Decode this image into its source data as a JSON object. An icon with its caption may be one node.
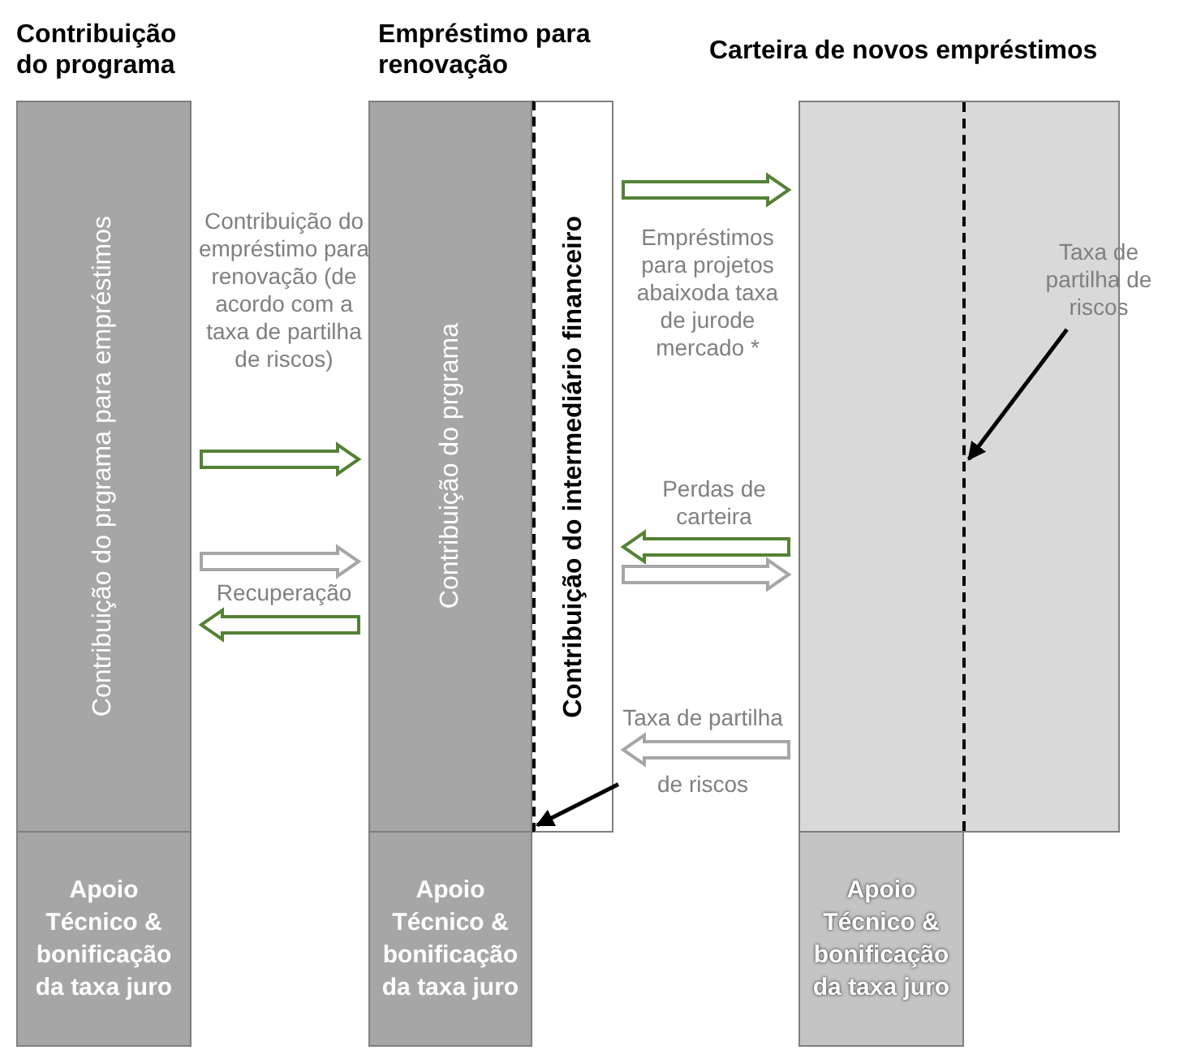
{
  "diagram": {
    "nodes": [
      {
        "text": [
          "Contribuição do prgrama para empréstimos"
        ],
        "beside": [
          "Contribuição do programa"
        ]
      },
      {
        "text": [
          "Apoio Técnico & bonificação da taxa juro"
        ]
      },
      {
        "text": [
          "Contribuição do prgrama"
        ],
        "beside": [
          "Empréstimo para renovação"
        ]
      },
      {
        "text": [
          "Contribuição do intermediário financeiro"
        ]
      },
      {
        "text": [
          "Apoio Técnico & bonificação da taxa juro"
        ]
      },
      {
        "text": [],
        "shape": "box",
        "beside": [
          "Carteira de novos empréstimos"
        ]
      },
      {
        "text": [
          "Apoio Técnico & bonificação da taxa juro"
        ]
      },
      {
        "text": [
          "Taxa de partilha de riscos"
        ]
      },
      {
        "text": [
          "Taxa de partilha",
          "de riscos"
        ]
      }
    ],
    "edges": [
      {
        "from": 0,
        "to": 2,
        "arrow": "to",
        "style": "thick",
        "label": "Contribuição do empréstimo para renovação (de acordo com a taxa de partilha de riscos)"
      },
      {
        "from": 0,
        "to": 2,
        "arrow": "to",
        "style": "thick",
        "color": "#a6a6a6"
      },
      {
        "from": 2,
        "to": 0,
        "arrow": "to",
        "style": "thick",
        "label": "Recuperação"
      },
      {
        "from": 3,
        "to": 5,
        "arrow": "to",
        "style": "thick",
        "label": "Empréstimos para projetos abaixoda taxa de jurode mercado *"
      },
      {
        "from": 5,
        "to": 3,
        "arrow": "to",
        "style": "thick",
        "label": "Perdas de carteira"
      },
      {
        "from": 3,
        "to": 5,
        "arrow": "to",
        "style": "thick",
        "color": "#a6a6a6"
      },
      {
        "from": 5,
        "to": 3,
        "arrow": "to",
        "style": "thick",
        "color": "#a6a6a6"
      },
      {
        "from": 7,
        "to": 5,
        "arrow": "to",
        "color": "#000000"
      },
      {
        "from": 8,
        "to": 3,
        "arrow": "to",
        "color": "#000000"
      }
    ]
  }
}
